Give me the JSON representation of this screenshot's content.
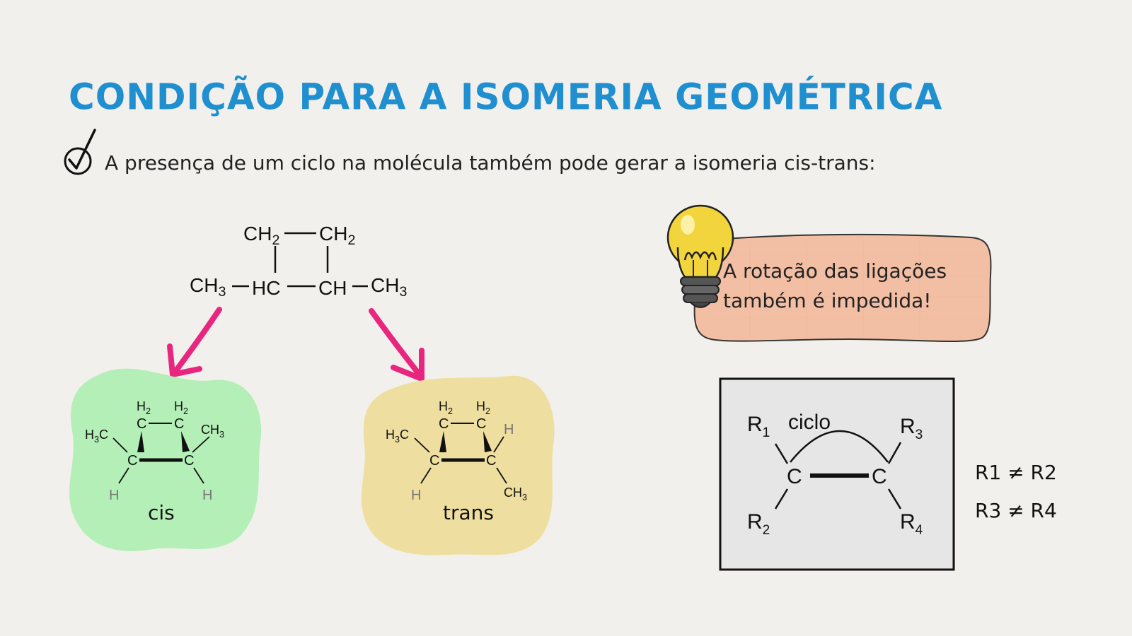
{
  "title": "Condição para a isomeria geométrica",
  "subtitle": "A presença de um ciclo na molécula também pode gerar a isomeria cis-trans:",
  "note": {
    "line1": "A rotação das ligações",
    "line2": "também é impedida!"
  },
  "molecule": {
    "top_left": "CH",
    "top_right": "CH",
    "bottom_left_group": "CH",
    "bottom_left_ring": "HC",
    "bottom_right_ring": "CH",
    "bottom_right_group": "CH",
    "sub2": "2",
    "sub3": "3"
  },
  "isomers": {
    "cis_label": "cis",
    "trans_label": "trans"
  },
  "general": {
    "ciclo": "ciclo",
    "c": "C",
    "r": "R",
    "sub1": "1",
    "sub2": "2",
    "sub3": "3",
    "sub4": "4"
  },
  "conditions": [
    "R1 ≠ R2",
    "R3 ≠ R4"
  ],
  "colors": {
    "title": "#1f8fd0",
    "arrow": "#e8267f",
    "cis_blob": "#b4efb8",
    "trans_blob": "#eede9f",
    "note_box": "#f3bfa4",
    "general_box": "#e6e6e6"
  }
}
